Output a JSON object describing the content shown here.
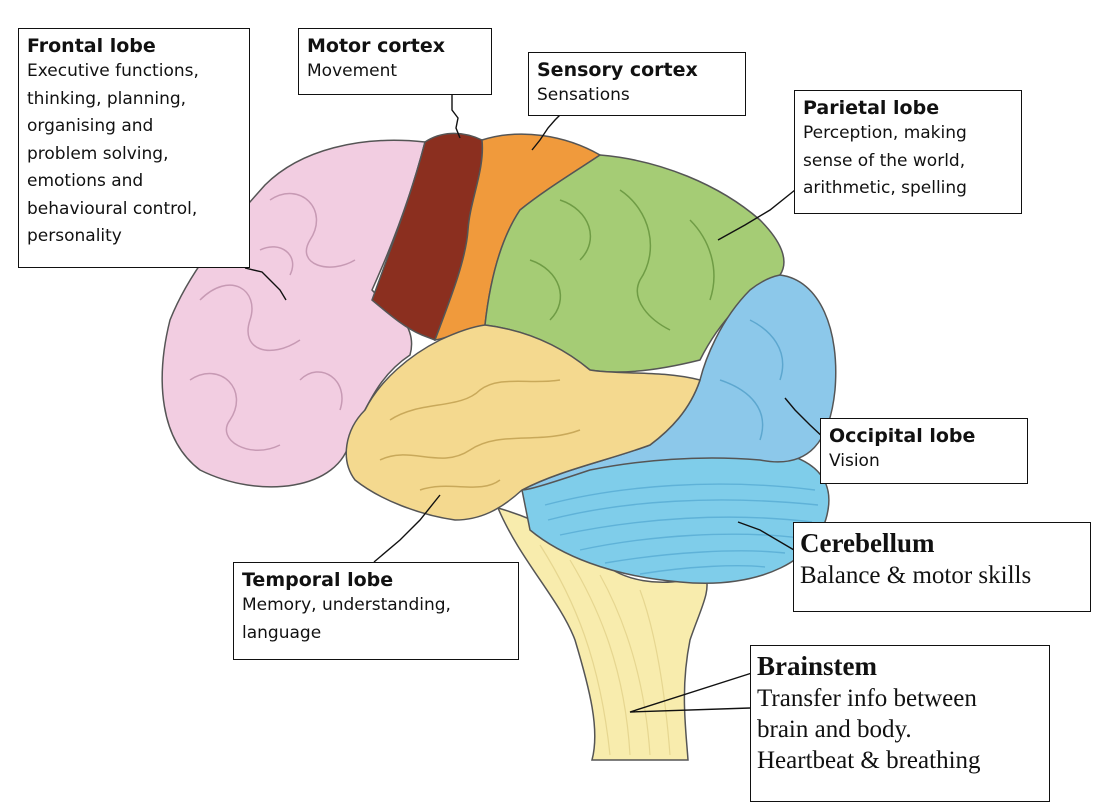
{
  "labels": {
    "frontal": {
      "title": "Frontal lobe",
      "desc": "Executive functions,\nthinking, planning,\norganising and\nproblem solving,\nemotions and\nbehavioural control,\npersonality"
    },
    "motor": {
      "title": "Motor cortex",
      "desc": "Movement"
    },
    "sensory": {
      "title": "Sensory cortex",
      "desc": "Sensations"
    },
    "parietal": {
      "title": "Parietal lobe",
      "desc": "Perception, making\nsense of the world,\narithmetic, spelling"
    },
    "occipital": {
      "title": "Occipital lobe",
      "desc": "Vision"
    },
    "cerebellum": {
      "title": "Cerebellum",
      "desc": "Balance & motor skills"
    },
    "temporal": {
      "title": "Temporal lobe",
      "desc": "Memory, understanding,\nlanguage"
    },
    "brainstem": {
      "title": "Brainstem",
      "desc": "Transfer info between\nbrain and body.\nHeartbeat & breathing"
    }
  },
  "colors": {
    "frontal": "#f2cde1",
    "motor": "#8b2f1f",
    "sensory": "#f09a3c",
    "parietal": "#a5cc75",
    "occipital": "#8cc8ea",
    "cerebellum": "#7fcdea",
    "temporal": "#f4d98f",
    "brainstem": "#f8ecad",
    "outline": "#555555"
  }
}
